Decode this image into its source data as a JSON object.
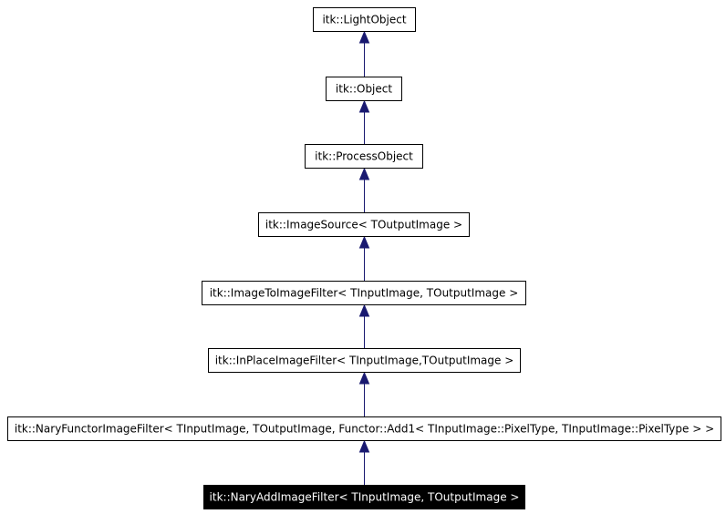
{
  "diagram": {
    "type": "inheritance",
    "colors": {
      "edge": "#191970",
      "node_border": "#000000",
      "node_fill": "#ffffff",
      "current_fill": "#000000",
      "current_text": "#ffffff"
    },
    "nodes": [
      {
        "id": "light-object",
        "label": "itk::LightObject"
      },
      {
        "id": "object",
        "label": "itk::Object"
      },
      {
        "id": "process-object",
        "label": "itk::ProcessObject"
      },
      {
        "id": "image-source",
        "label": "itk::ImageSource< TOutputImage >"
      },
      {
        "id": "image-to-image-filter",
        "label": "itk::ImageToImageFilter< TInputImage, TOutputImage >"
      },
      {
        "id": "in-place-image-filter",
        "label": "itk::InPlaceImageFilter< TInputImage,TOutputImage >"
      },
      {
        "id": "nary-functor-image-filter",
        "label": "itk::NaryFunctorImageFilter< TInputImage, TOutputImage, Functor::Add1< TInputImage::PixelType, TInputImage::PixelType > >"
      },
      {
        "id": "nary-add-image-filter",
        "label": "itk::NaryAddImageFilter< TInputImage, TOutputImage >",
        "current": true
      }
    ],
    "edges": [
      {
        "from": "object",
        "to": "light-object"
      },
      {
        "from": "process-object",
        "to": "object"
      },
      {
        "from": "image-source",
        "to": "process-object"
      },
      {
        "from": "image-to-image-filter",
        "to": "image-source"
      },
      {
        "from": "in-place-image-filter",
        "to": "image-to-image-filter"
      },
      {
        "from": "nary-functor-image-filter",
        "to": "in-place-image-filter"
      },
      {
        "from": "nary-add-image-filter",
        "to": "nary-functor-image-filter"
      }
    ]
  }
}
